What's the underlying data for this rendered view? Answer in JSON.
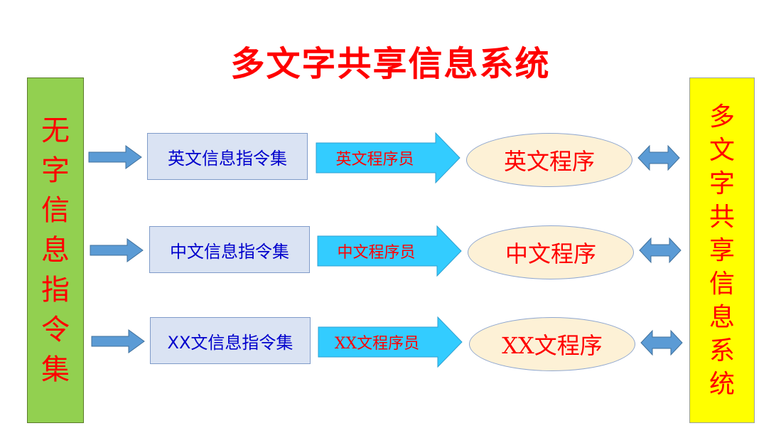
{
  "title": "多文字共享信息系统",
  "left_bar": {
    "text": "无字信息指令集"
  },
  "right_bar": {
    "text": "多文字共享信息系统"
  },
  "rows": [
    {
      "instruction_set": "英文信息指令集",
      "programmer": "英文程序员",
      "program": "英文程序"
    },
    {
      "instruction_set": "中文信息指令集",
      "programmer": "中文程序员",
      "program": "中文程序"
    },
    {
      "instruction_set": "XX文信息指令集",
      "programmer": "XX文程序员",
      "program": "XX文程序"
    }
  ],
  "colors": {
    "title": "#ff0000",
    "left_bar_fill": "#92d050",
    "left_bar_text": "#ff0000",
    "right_bar_fill": "#ffff00",
    "right_bar_text": "#ff0000",
    "instruction_box_fill": "#dae3f3",
    "instruction_text": "#0000cc",
    "programmer_arrow_fill": "#33ccff",
    "programmer_text": "#ff0000",
    "program_ellipse_fill": "#fdf1d6",
    "program_text": "#ff0000",
    "connector_arrow_fill": "#5b9bd5"
  }
}
